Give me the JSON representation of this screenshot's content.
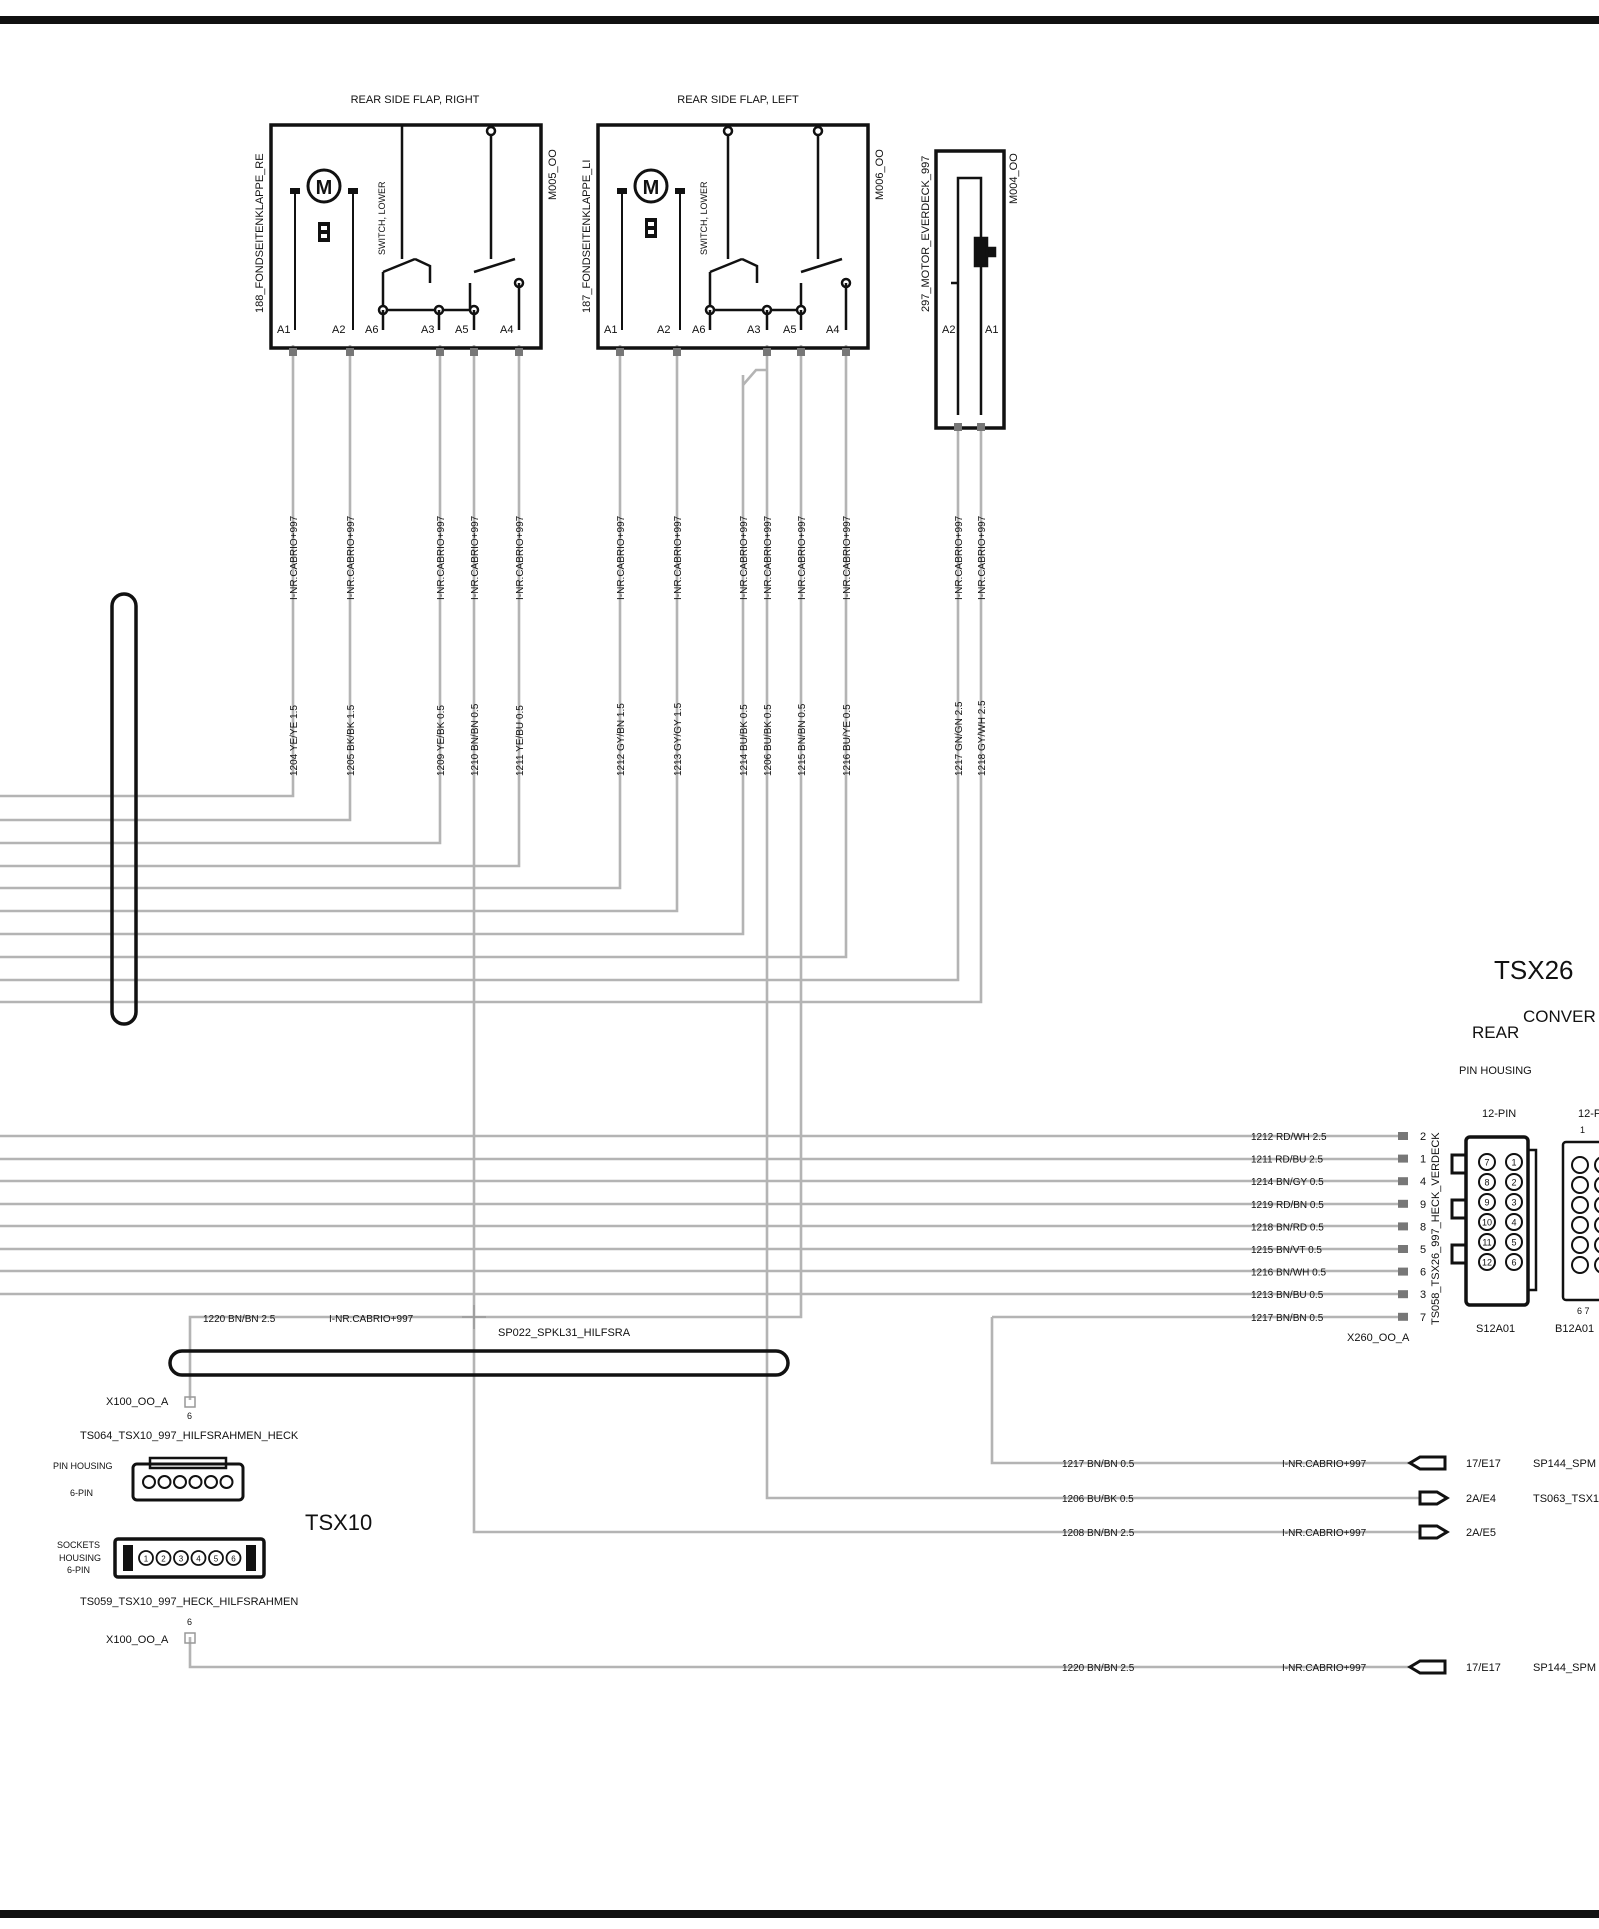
{
  "components": {
    "flap_right": {
      "title": "REAR SIDE FLAP, RIGHT",
      "name": "188_FONDSEITENKLAPPE_RE",
      "code": "M005_OO",
      "switch_label": "SWITCH, LOWER",
      "pins": [
        "A1",
        "A2",
        "A6",
        "A3",
        "A5",
        "A4"
      ]
    },
    "flap_left": {
      "title": "REAR SIDE FLAP, LEFT",
      "name": "187_FONDSEITENKLAPPE_LI",
      "code": "M006_OO",
      "switch_label": "SWITCH, LOWER",
      "pins": [
        "A1",
        "A2",
        "A6",
        "A3",
        "A5",
        "A4"
      ]
    },
    "motor_verdeck": {
      "name": "297_MOTOR_EVERDECK_997",
      "code": "M004_OO",
      "pins": [
        "A2",
        "A1"
      ]
    }
  },
  "wire_option": "I-NR.CABRIO+997",
  "vertical_wires": [
    {
      "label": "1204 YE/YE 1.5"
    },
    {
      "label": "1205 BK/BK 1.5"
    },
    {
      "label": "1209 YE/BK 0.5"
    },
    {
      "label": "1210 BN/BN 0.5"
    },
    {
      "label": "1211 YE/BU 0.5"
    },
    {
      "label": "1212 GY/BN 1.5"
    },
    {
      "label": "1213 GY/GY 1.5"
    },
    {
      "label": "1214 BU/BK 0.5"
    },
    {
      "label": "1206 BU/BK 0.5"
    },
    {
      "label": "1215 BN/BN 0.5"
    },
    {
      "label": "1216 BU/YE 0.5"
    },
    {
      "label": "1217 GN/GN 2.5"
    },
    {
      "label": "1218 GY/WH 2.5"
    }
  ],
  "tsx26": {
    "title": "TSX26",
    "subtitle_rear": "REAR",
    "subtitle_conver": "CONVER",
    "pin_housing": "PIN HOUSING",
    "housing_a": "12-PIN",
    "housing_b": "12-P",
    "housing_b_pin": "1",
    "connector_name": "TS058_TSX26_997_HECK_VERDECK",
    "connector_code": "X260_OO_A",
    "code_a": "S12A01",
    "code_b": "B12A01",
    "bottom_pins": "6 7",
    "rows": [
      {
        "wire": "1212 RD/WH 2.5",
        "pin": "2"
      },
      {
        "wire": "1211 RD/BU 2.5",
        "pin": "1"
      },
      {
        "wire": "1214 BN/GY 0.5",
        "pin": "4"
      },
      {
        "wire": "1219 RD/BN 0.5",
        "pin": "9"
      },
      {
        "wire": "1218 BN/RD 0.5",
        "pin": "8"
      },
      {
        "wire": "1215 BN/VT 0.5",
        "pin": "5"
      },
      {
        "wire": "1216 BN/WH 0.5",
        "pin": "6"
      },
      {
        "wire": "1213 BN/BU 0.5",
        "pin": "3"
      },
      {
        "wire": "1217 BN/BN 0.5",
        "pin": "7"
      }
    ],
    "pin_numbers_left": [
      "7",
      "8",
      "9",
      "10",
      "11",
      "12"
    ],
    "pin_numbers_right": [
      "1",
      "2",
      "3",
      "4",
      "5",
      "6"
    ]
  },
  "splice": {
    "wire": "1220 BN/BN 2.5",
    "option": "I-NR.CABRIO+997",
    "name": "SP022_SPKL31_HILFSRA"
  },
  "tsx10": {
    "title": "TSX10",
    "top_code": "X100_OO_A",
    "top_pin": "6",
    "top_name": "TS064_TSX10_997_HILFSRAHMEN_HECK",
    "pin_housing_label": "PIN HOUSING",
    "pin_count": "6-PIN",
    "sockets_label_1": "SOCKETS",
    "sockets_label_2": "HOUSING",
    "sockets_label_3": "6-PIN",
    "bottom_name": "TS059_TSX10_997_HECK_HILFSRAHMEN",
    "bottom_pin": "6",
    "bottom_code": "X100_OO_A",
    "socket_pins": [
      "1",
      "2",
      "3",
      "4",
      "5",
      "6"
    ]
  },
  "refs": [
    {
      "wire": "1217 BN/BN 0.5",
      "option": "I-NR.CABRIO+997",
      "dest": "17/E17",
      "target": "SP144_SPM"
    },
    {
      "wire": "1206 BU/BK 0.5",
      "option": "",
      "dest": "2A/E4",
      "target": "TS063_TSX1"
    },
    {
      "wire": "1208 BN/BN 2.5",
      "option": "I-NR.CABRIO+997",
      "dest": "2A/E5",
      "target": ""
    },
    {
      "wire": "1220 BN/BN 2.5",
      "option": "I-NR.CABRIO+997",
      "dest": "17/E17",
      "target": "SP144_SPM"
    }
  ]
}
